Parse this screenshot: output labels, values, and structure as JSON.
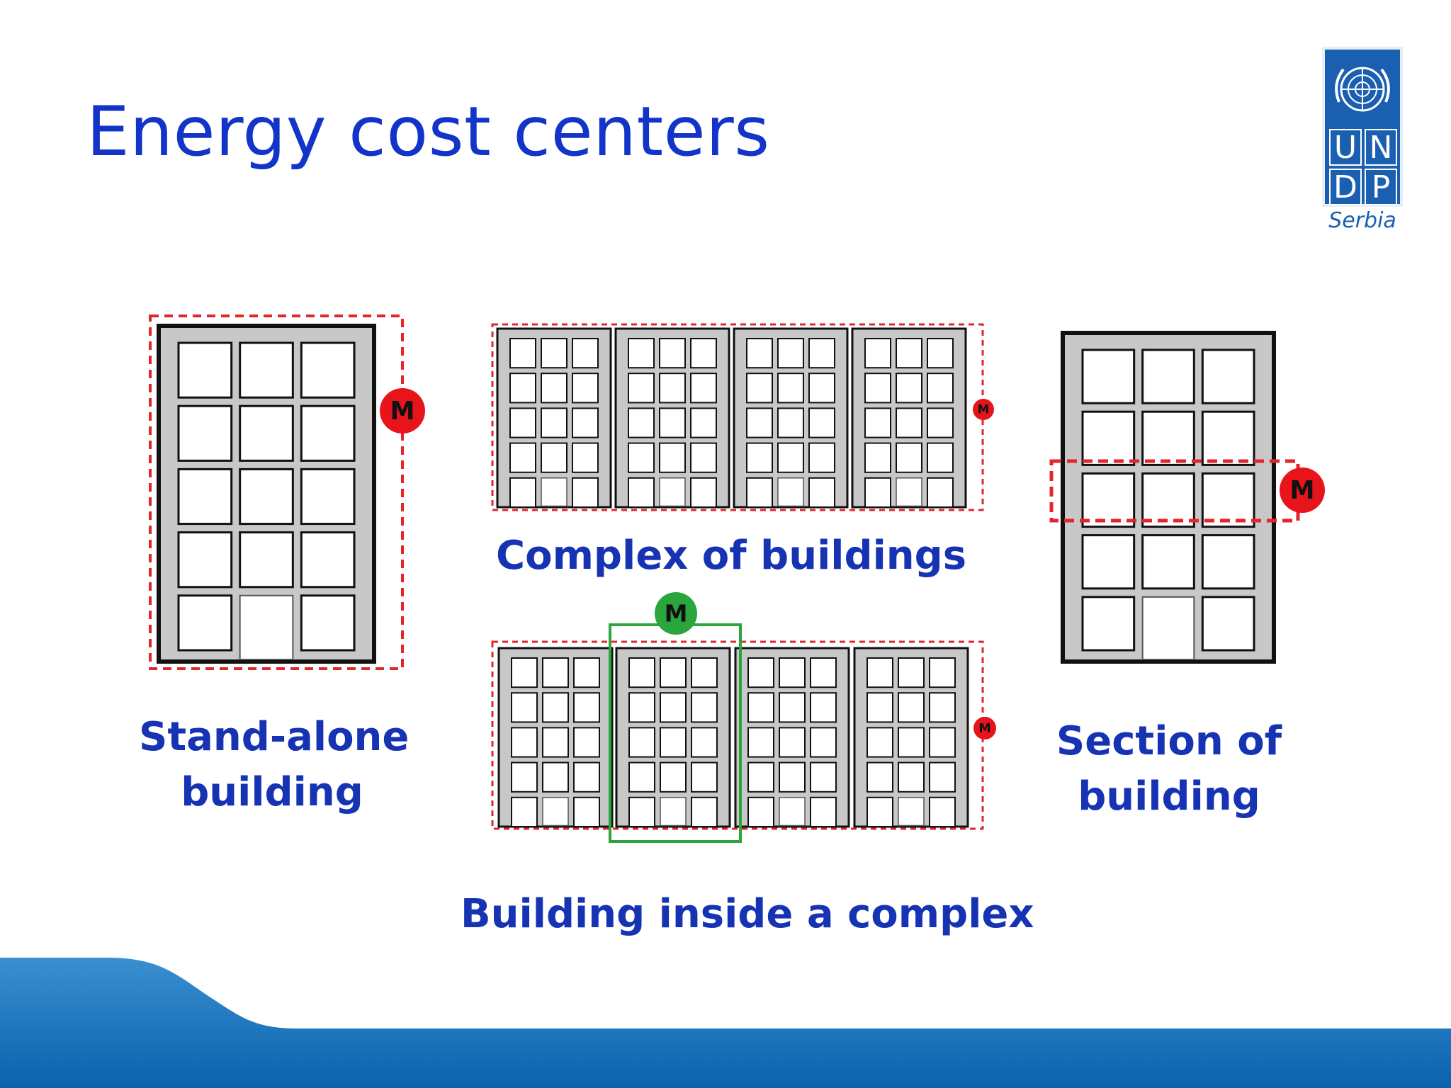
{
  "title": "Energy cost centers",
  "logo": {
    "letters": [
      "U",
      "N",
      "D",
      "P"
    ],
    "subtitle": "Serbia"
  },
  "meter_label": "M",
  "captions": {
    "standalone": [
      "Stand-alone",
      "building"
    ],
    "complex": "Complex of buildings",
    "inside_complex": "Building inside a complex",
    "section": [
      "Section of",
      "building"
    ]
  },
  "colors": {
    "title": "#1334c8",
    "caption": "#1633b4",
    "boundary_red": "#e2262b",
    "meter_red": "#e8141b",
    "meter_green": "#2aa63c",
    "building_fill": "#c8c8c8",
    "footer_dark": "#0a62ad",
    "footer_light": "#3a8fd0"
  }
}
